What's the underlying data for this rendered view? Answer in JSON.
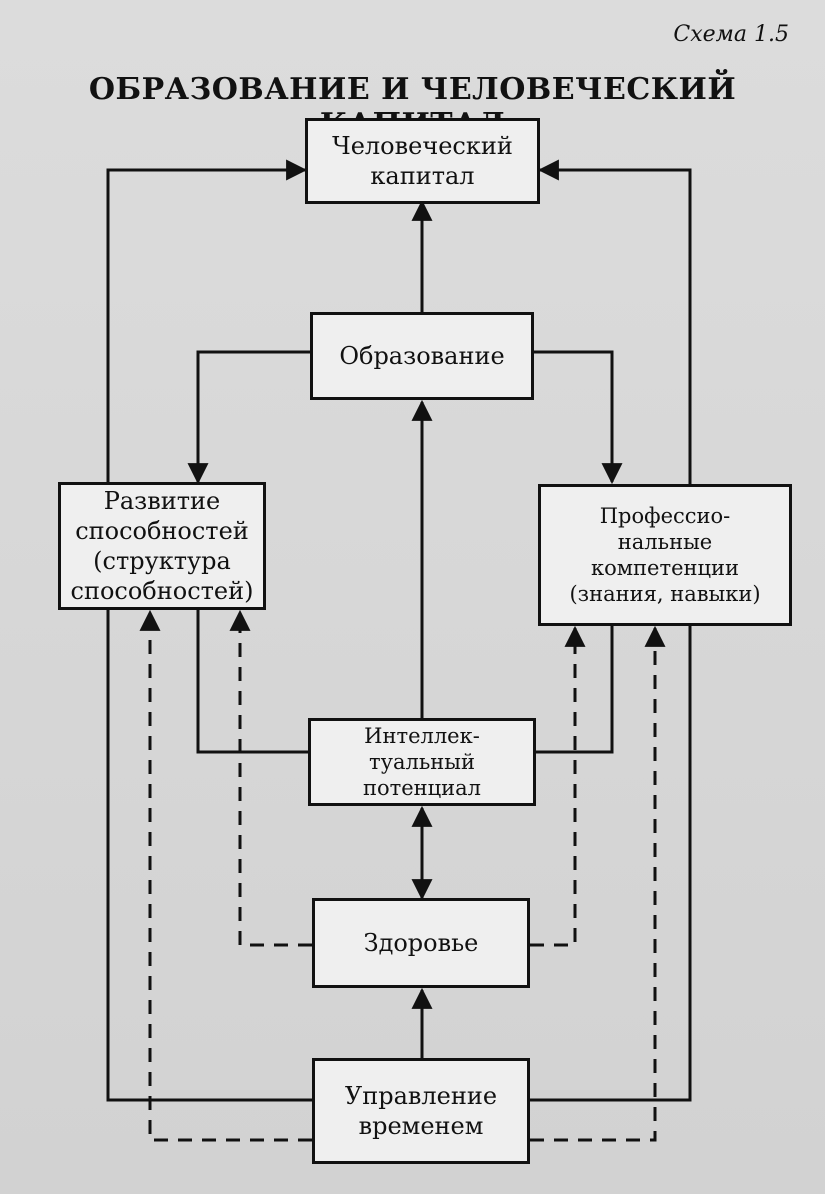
{
  "scheme_label": "Схема 1.5",
  "title": "ОБРАЗОВАНИЕ И ЧЕЛОВЕЧЕСКИЙ КАПИТАЛ",
  "nodes": {
    "human_capital": "Человеческий\nкапитал",
    "education": "Образование",
    "abilities": "Развитие\nспособностей\n(структура\nспособностей)",
    "competencies": "Профессио-\nнальные\nкомпетенции\n(знания, навыки)",
    "intellectual": "Интеллек-\nтуальный\nпотенциал",
    "health": "Здоровье",
    "time_management": "Управление\nвременем"
  },
  "colors": {
    "ink": "#111111",
    "box_fill": "#efefef",
    "page": "#d6d6d6"
  }
}
